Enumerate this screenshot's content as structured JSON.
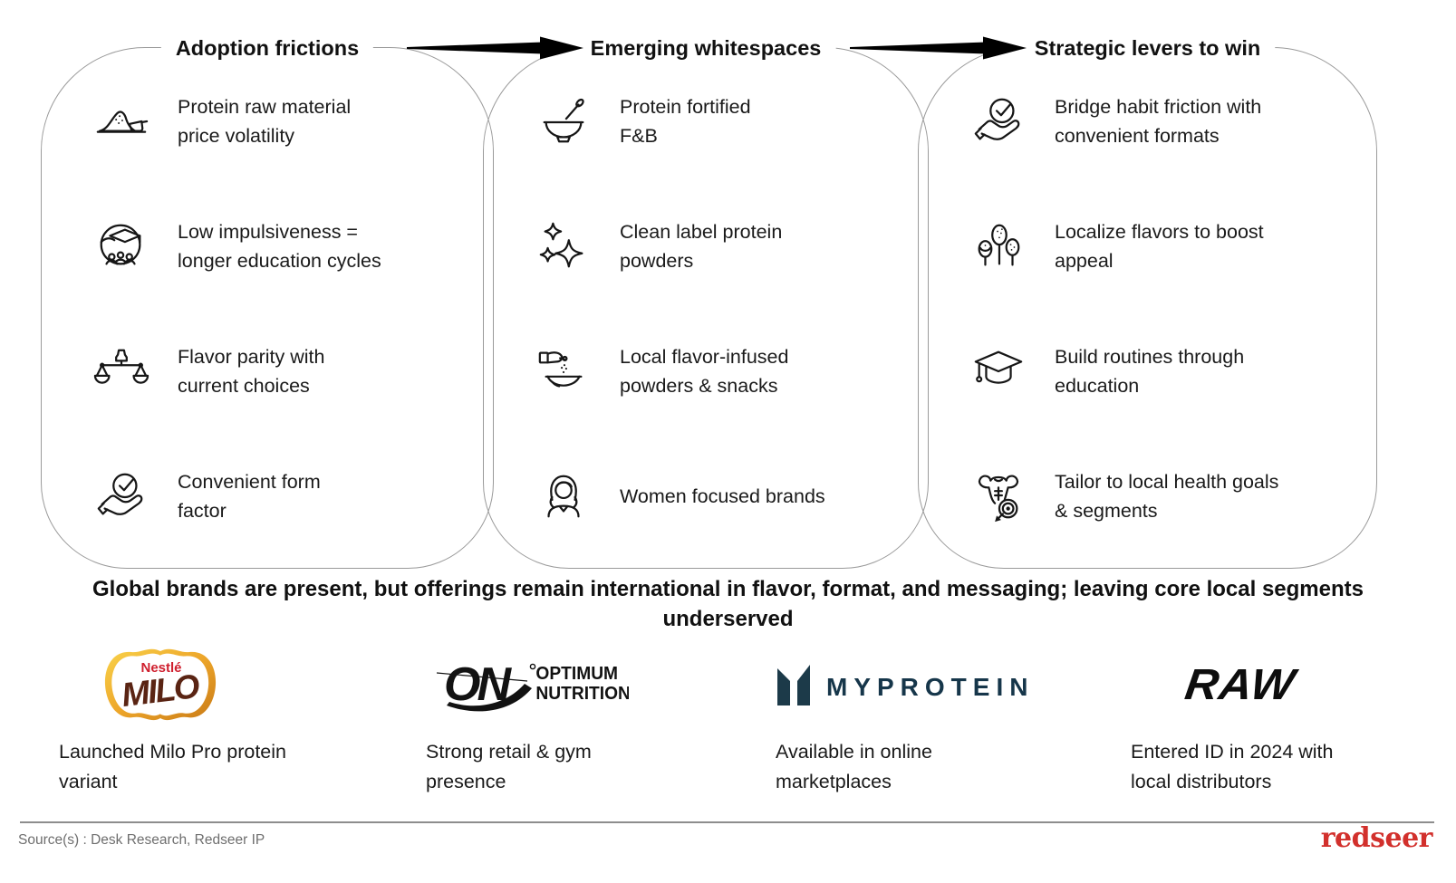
{
  "slide": {
    "stages": [
      {
        "title": "Adoption frictions",
        "items": [
          {
            "icon": "powder-scoop-icon",
            "text": "Protein raw material\nprice volatility"
          },
          {
            "icon": "education-cycle-icon",
            "text": "Low impulsiveness =\nlonger education cycles"
          },
          {
            "icon": "balance-scale-icon",
            "text": "Flavor parity with\ncurrent choices"
          },
          {
            "icon": "hand-check-icon",
            "text": "Convenient form\nfactor"
          }
        ]
      },
      {
        "title": "Emerging whitespaces",
        "items": [
          {
            "icon": "bowl-spoon-icon",
            "text": "Protein fortified\nF&B"
          },
          {
            "icon": "sparkles-icon",
            "text": "Clean label protein\npowders"
          },
          {
            "icon": "sprinkle-bowl-icon",
            "text": "Local flavor-infused\npowders & snacks"
          },
          {
            "icon": "woman-icon",
            "text": "Women focused brands"
          }
        ]
      },
      {
        "title": "Strategic levers to win",
        "items": [
          {
            "icon": "hand-check-icon",
            "text": "Bridge habit friction with\nconvenient formats"
          },
          {
            "icon": "fruit-pops-icon",
            "text": "Localize flavors to boost\nappeal"
          },
          {
            "icon": "graduation-cap-icon",
            "text": "Build routines through\neducation"
          },
          {
            "icon": "muscle-target-icon",
            "text": "Tailor to local health goals\n& segments"
          }
        ]
      }
    ],
    "headline": "Global brands are present, but offerings remain international in flavor, format, and messaging; leaving core local segments underserved",
    "brands": [
      {
        "name": "Milo",
        "logo": {
          "maker": "Nestlé",
          "word": "MILO"
        },
        "caption": "Launched Milo Pro protein\nvariant"
      },
      {
        "name": "Optimum Nutrition",
        "logo": {
          "monogram": "ON",
          "line1": "OPTIMUM",
          "line2": "NUTRITION"
        },
        "caption": "Strong retail & gym\npresence"
      },
      {
        "name": "Myprotein",
        "logo": {
          "word": "MYPROTEIN"
        },
        "caption": "Available in online\nmarketplaces"
      },
      {
        "name": "RAW",
        "logo": {
          "word": "RAW"
        },
        "caption": "Entered ID in 2024 with\nlocal distributors"
      }
    ],
    "footer": {
      "source": "Source(s) : Desk Research, Redseer IP",
      "brand": "redseer"
    },
    "colors": {
      "text": "#1a1a1a",
      "stage_border": "#9a9a9a",
      "arrow": "#000000",
      "redseer_red": "#d2302c",
      "milo_red": "#cf1f2e",
      "milo_brown": "#5a2413",
      "milo_gold": "#eda62a",
      "myprotein_navy": "#16364a",
      "on_black": "#121212",
      "source_gray": "#6e6e6e"
    }
  }
}
